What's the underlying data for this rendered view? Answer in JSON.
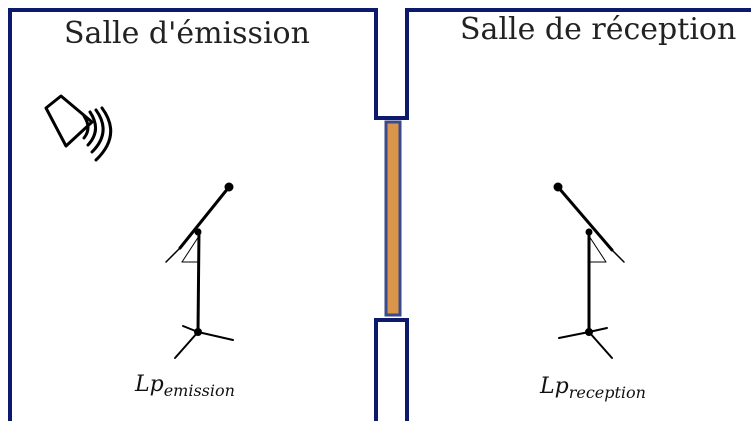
{
  "rooms": {
    "emission": {
      "title": "Salle d'émission",
      "label_main": "Lp",
      "label_sub": "emission"
    },
    "reception": {
      "title": "Salle de réception",
      "label_main": "Lp",
      "label_sub": "reception"
    }
  },
  "icons": {
    "source": "loudspeaker-icon",
    "microphone": "microphone-stand-icon"
  },
  "colors": {
    "wall": "#0d1a6b",
    "partition_fill": "#d9954a",
    "partition_border": "#3a4a8c",
    "text": "#222222"
  }
}
